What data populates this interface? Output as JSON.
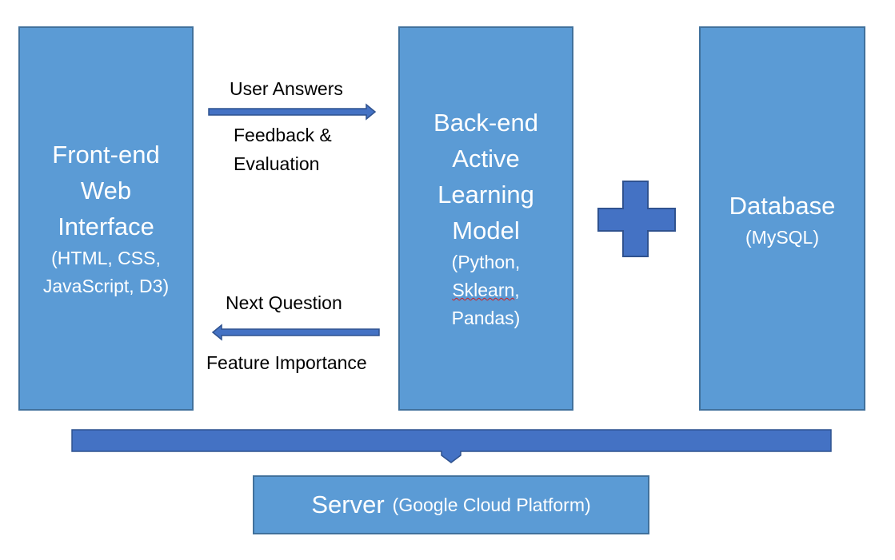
{
  "colors": {
    "box_fill": "#5B9BD5",
    "box_border": "#41719C",
    "connector_fill": "#4472C4",
    "connector_border": "#2F528F"
  },
  "frontend": {
    "title_lines": [
      "Front-end",
      "Web",
      "Interface"
    ],
    "tech_lines": [
      "(HTML, CSS,",
      "JavaScript, D3)"
    ]
  },
  "backend": {
    "title_lines": [
      "Back-end",
      "Active",
      "Learning",
      "Model"
    ],
    "tech_lines": [
      "(Python,",
      "Sklearn",
      ",",
      "Pandas)"
    ]
  },
  "database": {
    "title": "Database",
    "tech": "(MySQL)"
  },
  "server": {
    "title": "Server",
    "tech": "(Google Cloud Platform)"
  },
  "arrows": {
    "to_backend": {
      "label_above": "User Answers",
      "label_below_lines": [
        "Feedback &",
        "Evaluation"
      ]
    },
    "to_frontend": {
      "label_above": "Next Question",
      "label_below": "Feature Importance"
    }
  },
  "icons": {
    "plus": "plus-icon",
    "bus_arrow": "chevron-down-icon"
  }
}
